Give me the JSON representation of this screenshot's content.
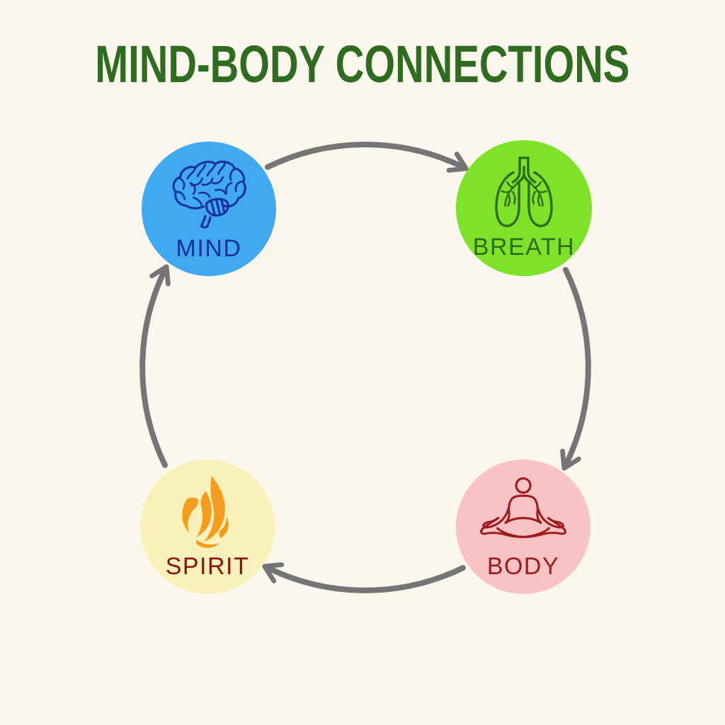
{
  "background_color": "#FBF7EC",
  "title": {
    "text": "MIND-BODY CONNECTIONS",
    "color": "#2F6C22"
  },
  "cycle": {
    "arrow_color": "#757575",
    "direction": "clockwise",
    "order": [
      "MIND",
      "BREATH",
      "BODY",
      "SPIRIT"
    ]
  },
  "nodes": [
    {
      "id": "mind",
      "label": "MIND",
      "icon": "brain-icon",
      "position": "top-left",
      "circle_color": "#41A9F0",
      "label_color": "#16309A",
      "icon_color": "#1632A0"
    },
    {
      "id": "breath",
      "label": "BREATH",
      "icon": "lungs-icon",
      "position": "top-right",
      "circle_color": "#7EE229",
      "label_color": "#2F6B1D",
      "icon_color": "#2F6B1D"
    },
    {
      "id": "body",
      "label": "BODY",
      "icon": "meditation-icon",
      "position": "bottom-right",
      "circle_color": "#F9C3C6",
      "label_color": "#9E1B1B",
      "icon_color": "#9E1B1B"
    },
    {
      "id": "spirit",
      "label": "SPIRIT",
      "icon": "flame-icon",
      "position": "bottom-left",
      "circle_color": "#FAF0B9",
      "label_color": "#8A1310",
      "icon_color": "#F59B1E"
    }
  ]
}
